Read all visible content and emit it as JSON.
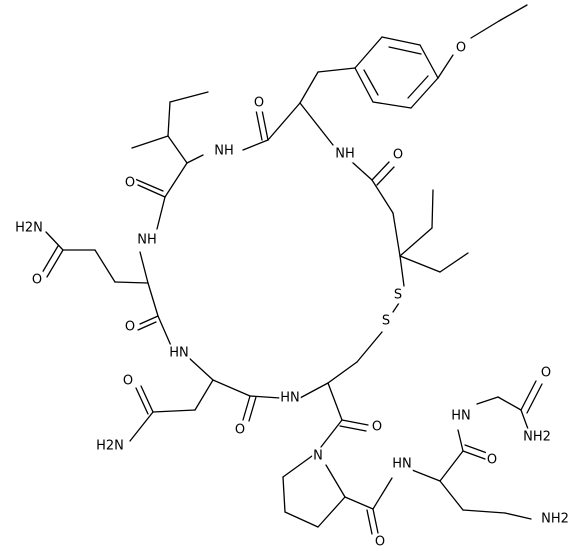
{
  "structure": {
    "atoms": [
      {
        "id": "o_ether",
        "text": "O"
      },
      {
        "id": "nh_top_left",
        "text": "NH"
      },
      {
        "id": "nh_top_right",
        "text": "NH"
      },
      {
        "id": "o_top",
        "text": "O"
      },
      {
        "id": "o_top_right",
        "text": "O"
      },
      {
        "id": "o_ile",
        "text": "O"
      },
      {
        "id": "h2n_gln",
        "text": "H2N"
      },
      {
        "id": "nh_left",
        "text": "NH"
      },
      {
        "id": "o_gln",
        "text": "O"
      },
      {
        "id": "s_upper",
        "text": "S"
      },
      {
        "id": "s_lower",
        "text": "S"
      },
      {
        "id": "o_ring_left",
        "text": "O"
      },
      {
        "id": "nh_lower_left",
        "text": "HN"
      },
      {
        "id": "o_asn",
        "text": "O"
      },
      {
        "id": "o_gly",
        "text": "O"
      },
      {
        "id": "nh_gly",
        "text": "HN"
      },
      {
        "id": "h2n_asn",
        "text": "H2N"
      },
      {
        "id": "o_ring_bottom",
        "text": "O"
      },
      {
        "id": "nh_bottom",
        "text": "HN"
      },
      {
        "id": "o_pro_co",
        "text": "O"
      },
      {
        "id": "nh_orn",
        "text": "HN"
      },
      {
        "id": "o_orn",
        "text": "O"
      },
      {
        "id": "n_pro",
        "text": "N"
      },
      {
        "id": "nh2_gly",
        "text": "NH2"
      },
      {
        "id": "nh2_orn",
        "text": "NH2"
      },
      {
        "id": "o_pro_amide",
        "text": "O"
      }
    ]
  }
}
